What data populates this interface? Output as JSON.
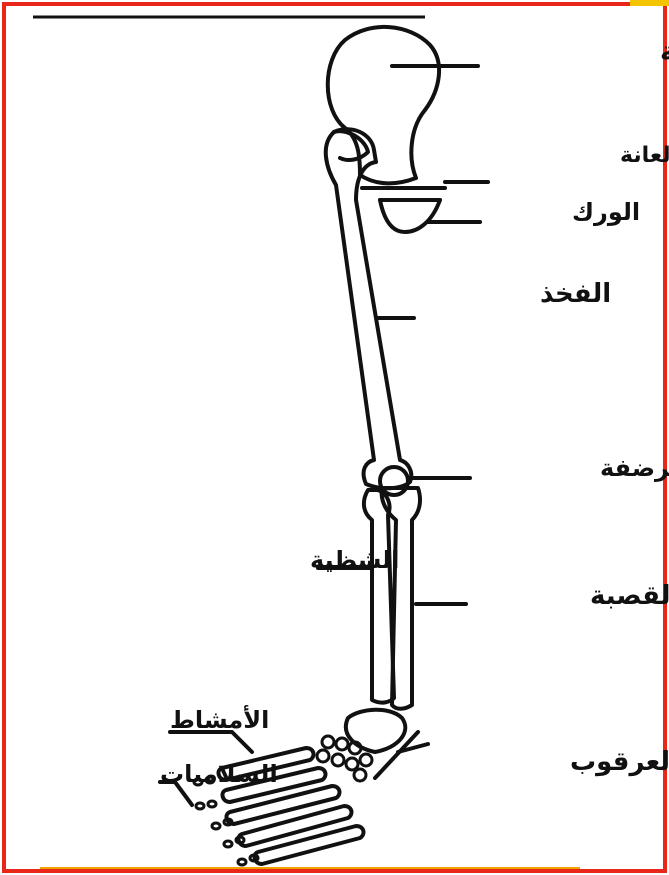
{
  "diagram": {
    "labels": {
      "pelvis_bone": "الحرقفة الظهرية",
      "pubis": "العانة",
      "hip": "الورك",
      "femur": "الفخذ",
      "patella": "الرضفة",
      "fibula": "الشظية",
      "tibia": "القصبة",
      "tarsus": "العرقوب",
      "metatarsals": "الأمشاط",
      "phalanges": "السلاميات"
    },
    "colors": {
      "frame": "#e8271a",
      "line": "#111111",
      "corner_accent": "#f5c400"
    }
  }
}
